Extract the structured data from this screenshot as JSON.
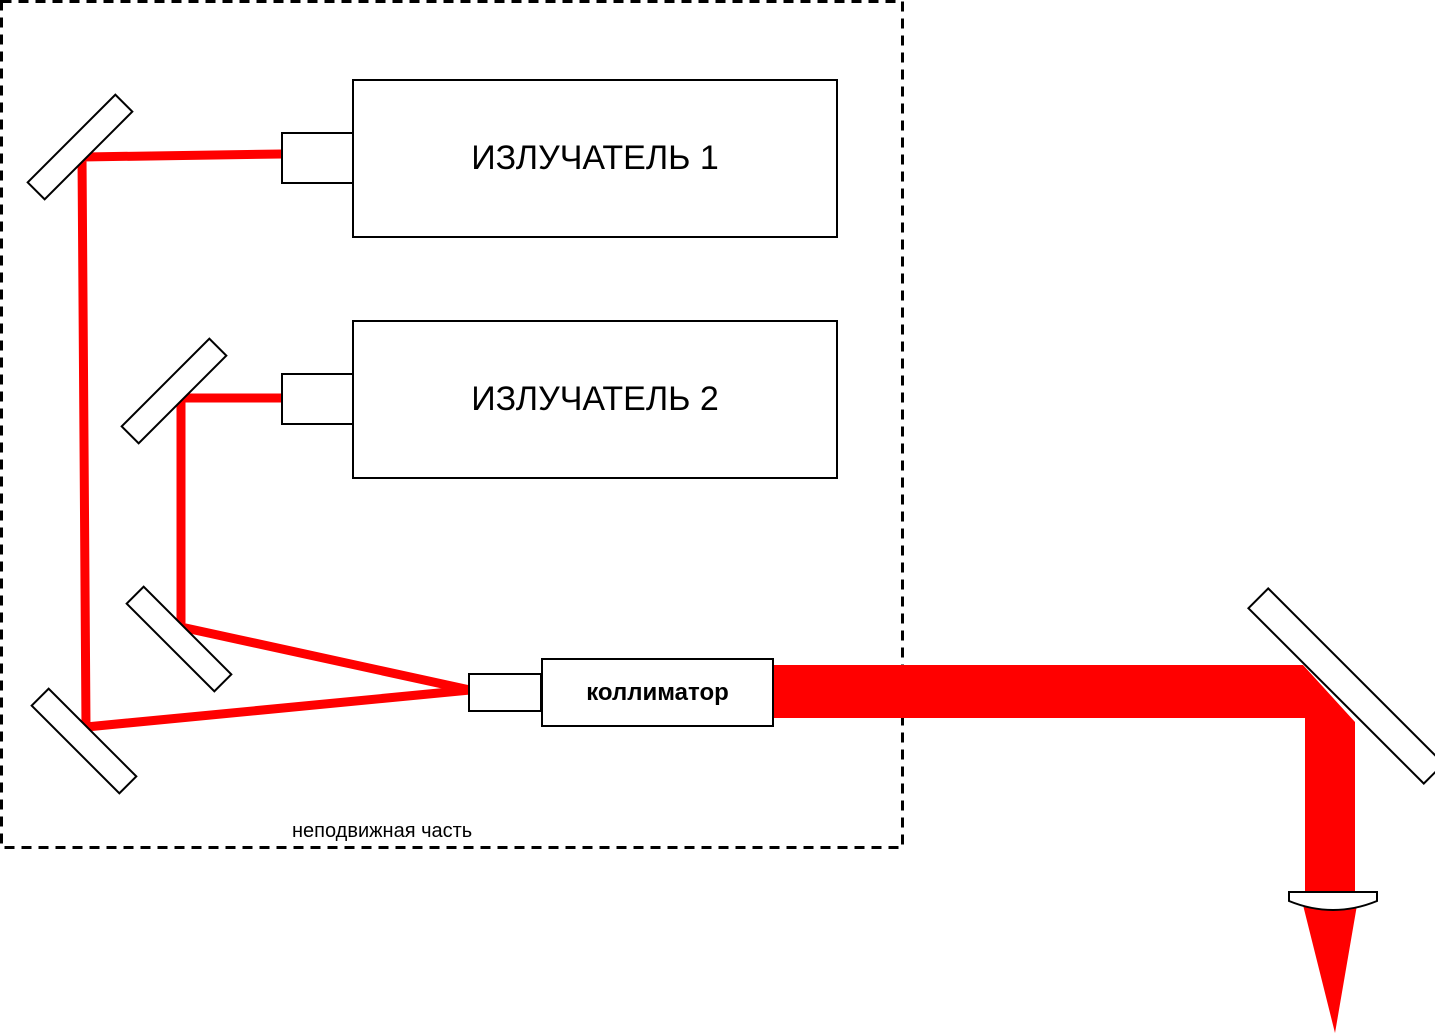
{
  "colors": {
    "beam": "#ff0000",
    "outline": "#000000",
    "background": "#ffffff"
  },
  "diagram": {
    "emitter_1_label": "ИЗЛУЧАТЕЛЬ 1",
    "emitter_2_label": "ИЗЛУЧАТЕЛЬ 2",
    "collimator_label": "коллиматор",
    "fixed_part_label": "неподвижная часть"
  }
}
